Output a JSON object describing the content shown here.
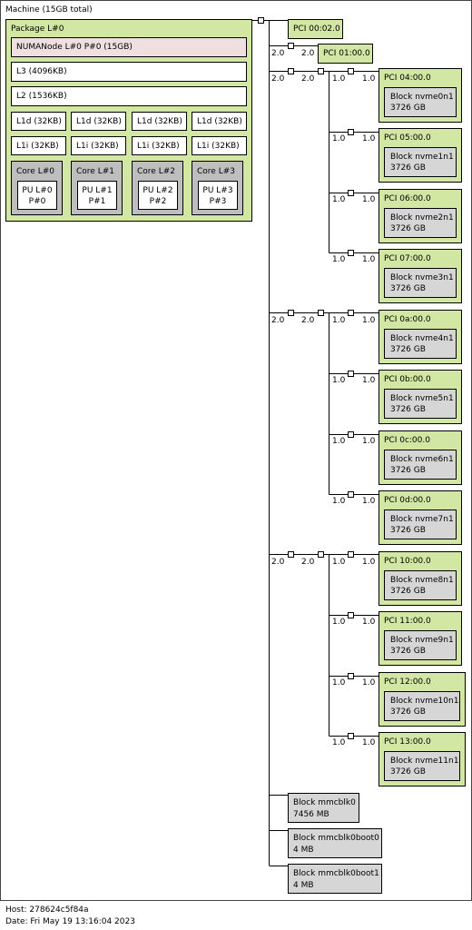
{
  "machine": {
    "title": "Machine (15GB total)"
  },
  "package": {
    "title": "Package L#0",
    "numa": "NUMANode L#0 P#0 (15GB)",
    "l3": "L3 (4096KB)",
    "l2": "L2 (1536KB)",
    "l1d": [
      "L1d (32KB)",
      "L1d (32KB)",
      "L1d (32KB)",
      "L1d (32KB)"
    ],
    "l1i": [
      "L1i (32KB)",
      "L1i (32KB)",
      "L1i (32KB)",
      "L1i (32KB)"
    ],
    "cores": [
      {
        "core": "Core L#0",
        "pu": "PU L#0",
        "p": "P#0"
      },
      {
        "core": "Core L#1",
        "pu": "PU L#1",
        "p": "P#1"
      },
      {
        "core": "Core L#2",
        "pu": "PU L#2",
        "p": "P#2"
      },
      {
        "core": "Core L#3",
        "pu": "PU L#3",
        "p": "P#3"
      }
    ]
  },
  "pci_root": "PCI 00:02.0",
  "pci_bridge": "PCI 01:00.0",
  "bridge_link": {
    "left": "2.0",
    "right": "2.0"
  },
  "groups": [
    {
      "link_left": "2.0",
      "link_right": "2.0",
      "devices": [
        {
          "pci": "PCI 04:00.0",
          "block": "Block nvme0n1",
          "size": "3726 GB",
          "l": "1.0",
          "r": "1.0"
        },
        {
          "pci": "PCI 05:00.0",
          "block": "Block nvme1n1",
          "size": "3726 GB",
          "l": "1.0",
          "r": "1.0"
        },
        {
          "pci": "PCI 06:00.0",
          "block": "Block nvme2n1",
          "size": "3726 GB",
          "l": "1.0",
          "r": "1.0"
        },
        {
          "pci": "PCI 07:00.0",
          "block": "Block nvme3n1",
          "size": "3726 GB",
          "l": "1.0",
          "r": "1.0"
        }
      ]
    },
    {
      "link_left": "2.0",
      "link_right": "2.0",
      "devices": [
        {
          "pci": "PCI 0a:00.0",
          "block": "Block nvme4n1",
          "size": "3726 GB",
          "l": "1.0",
          "r": "1.0"
        },
        {
          "pci": "PCI 0b:00.0",
          "block": "Block nvme5n1",
          "size": "3726 GB",
          "l": "1.0",
          "r": "1.0"
        },
        {
          "pci": "PCI 0c:00.0",
          "block": "Block nvme6n1",
          "size": "3726 GB",
          "l": "1.0",
          "r": "1.0"
        },
        {
          "pci": "PCI 0d:00.0",
          "block": "Block nvme7n1",
          "size": "3726 GB",
          "l": "1.0",
          "r": "1.0"
        }
      ]
    },
    {
      "link_left": "2.0",
      "link_right": "2.0",
      "devices": [
        {
          "pci": "PCI 10:00.0",
          "block": "Block nvme8n1",
          "size": "3726 GB",
          "l": "1.0",
          "r": "1.0"
        },
        {
          "pci": "PCI 11:00.0",
          "block": "Block nvme9n1",
          "size": "3726 GB",
          "l": "1.0",
          "r": "1.0"
        },
        {
          "pci": "PCI 12:00.0",
          "block": "Block nvme10n1",
          "size": "3726 GB",
          "l": "1.0",
          "r": "1.0"
        },
        {
          "pci": "PCI 13:00.0",
          "block": "Block nvme11n1",
          "size": "3726 GB",
          "l": "1.0",
          "r": "1.0"
        }
      ]
    }
  ],
  "mmc": [
    {
      "name": "Block mmcblk0",
      "size": "7456 MB"
    },
    {
      "name": "Block mmcblk0boot0",
      "size": "4 MB"
    },
    {
      "name": "Block mmcblk0boot1",
      "size": "4 MB"
    }
  ],
  "footer": {
    "host": "Host: 278624c5f84a",
    "date": "Date: Fri May 19 13:16:04 2023"
  },
  "colors": {
    "package": "#d2e7a4",
    "numa": "#efdfde",
    "core": "#bebebe",
    "block": "#d6d6d6"
  }
}
